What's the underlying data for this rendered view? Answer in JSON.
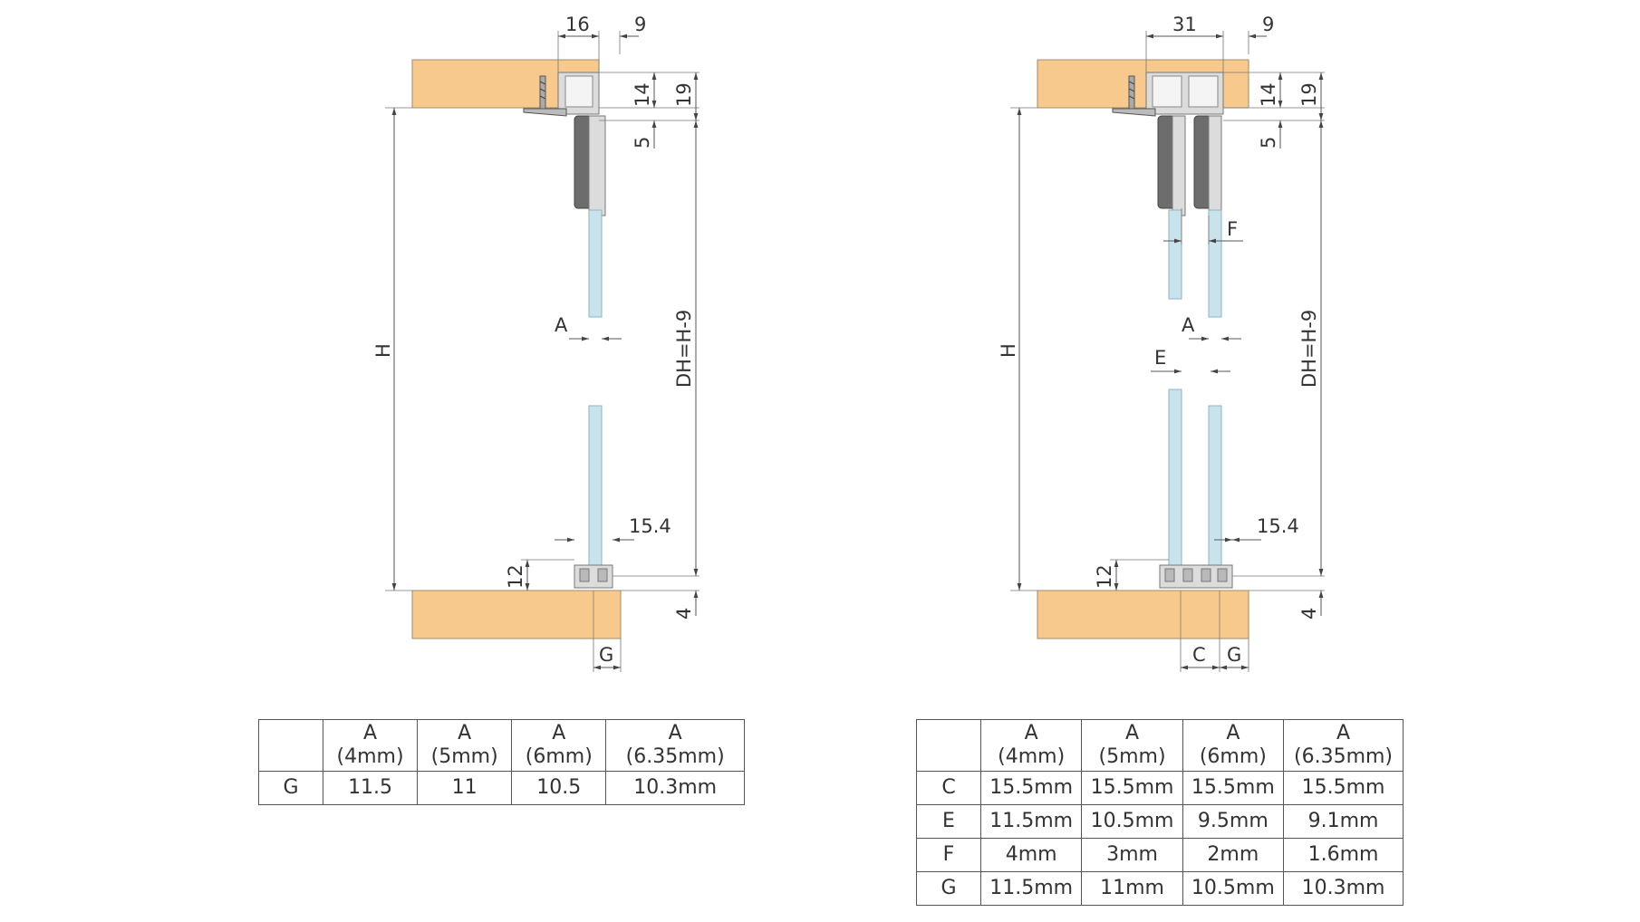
{
  "left_diagram": {
    "dims": {
      "top_width": "16",
      "top_offset": "9",
      "rail_height": "14",
      "top_total": "19",
      "gap_top": "5",
      "height": "H",
      "door_height": "DH=H-9",
      "glass_thickness": "A",
      "bottom_offset": "15.4",
      "bottom_rail_height": "12",
      "bottom_gap": "4",
      "bottom_width": "G"
    }
  },
  "right_diagram": {
    "dims": {
      "top_width": "31",
      "top_offset": "9",
      "rail_height": "14",
      "top_total": "19",
      "gap_top": "5",
      "height": "H",
      "door_height": "DH=H-9",
      "glass_gap": "F",
      "glass_thickness": "A",
      "glass_offset": "E",
      "bottom_offset": "15.4",
      "bottom_rail_height": "12",
      "bottom_gap": "4",
      "center_dim": "C",
      "bottom_width": "G"
    }
  },
  "table_left": {
    "headers": [
      {
        "l1": "A",
        "l2": "(4mm)"
      },
      {
        "l1": "A",
        "l2": "(5mm)"
      },
      {
        "l1": "A",
        "l2": "(6mm)"
      },
      {
        "l1": "A",
        "l2": "(6.35mm)"
      }
    ],
    "rows": [
      {
        "label": "G",
        "values": [
          "11.5",
          "11",
          "10.5",
          "10.3mm"
        ]
      }
    ]
  },
  "table_right": {
    "headers": [
      {
        "l1": "A",
        "l2": "(4mm)"
      },
      {
        "l1": "A",
        "l2": "(5mm)"
      },
      {
        "l1": "A",
        "l2": "(6mm)"
      },
      {
        "l1": "A",
        "l2": "(6.35mm)"
      }
    ],
    "rows": [
      {
        "label": "C",
        "values": [
          "15.5mm",
          "15.5mm",
          "15.5mm",
          "15.5mm"
        ]
      },
      {
        "label": "E",
        "values": [
          "11.5mm",
          "10.5mm",
          "9.5mm",
          "9.1mm"
        ]
      },
      {
        "label": "F",
        "values": [
          "4mm",
          "3mm",
          "2mm",
          "1.6mm"
        ]
      },
      {
        "label": "G",
        "values": [
          "11.5mm",
          "11mm",
          "10.5mm",
          "10.3mm"
        ]
      }
    ]
  },
  "colors": {
    "wood": "#f7c98d",
    "glass": "#c9e3ec",
    "wheel": "#6d6d6d"
  }
}
